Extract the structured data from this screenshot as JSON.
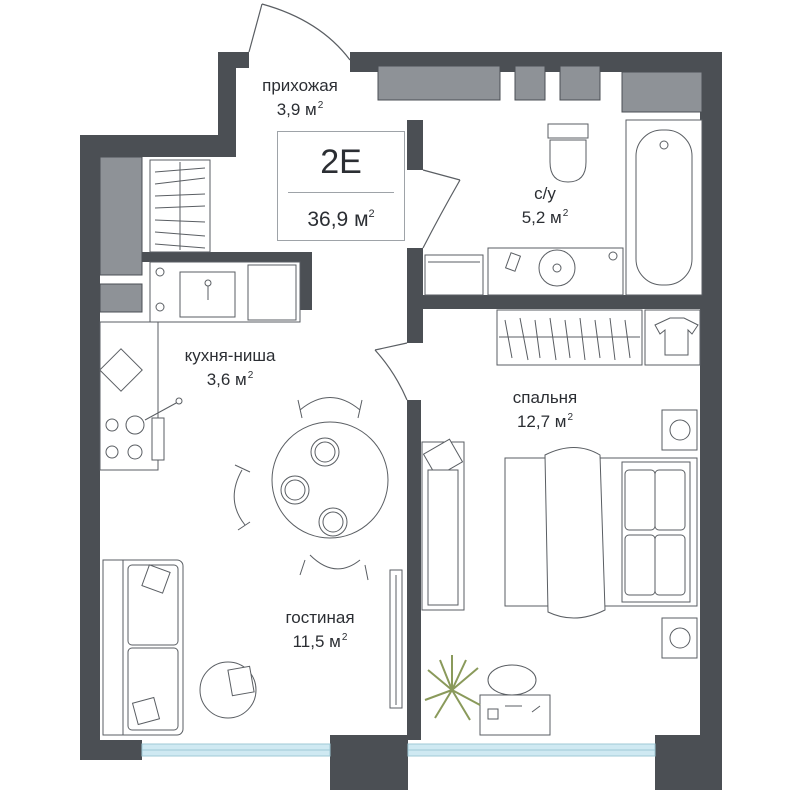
{
  "apartment": {
    "code": "2E",
    "area_value": "36,9 м",
    "area_unit_power": "2"
  },
  "rooms": [
    {
      "id": "hall",
      "name": "прихожая",
      "area": "3,9 м",
      "power": "2"
    },
    {
      "id": "bathroom",
      "name": "с/у",
      "area": "5,2 м",
      "power": "2"
    },
    {
      "id": "kitchen",
      "name": "кухня-ниша",
      "area": "3,6 м",
      "power": "2"
    },
    {
      "id": "bedroom",
      "name": "спальня",
      "area": "12,7 м",
      "power": "2"
    },
    {
      "id": "living",
      "name": "гостиная",
      "area": "11,5 м",
      "power": "2"
    }
  ],
  "colors": {
    "wall": "#4b4f54",
    "storage": "#8e9297",
    "furniture_line": "#5a5e63",
    "window": "#cfe9f2",
    "plant": "#8a9a5b",
    "text": "#2b2e33"
  }
}
